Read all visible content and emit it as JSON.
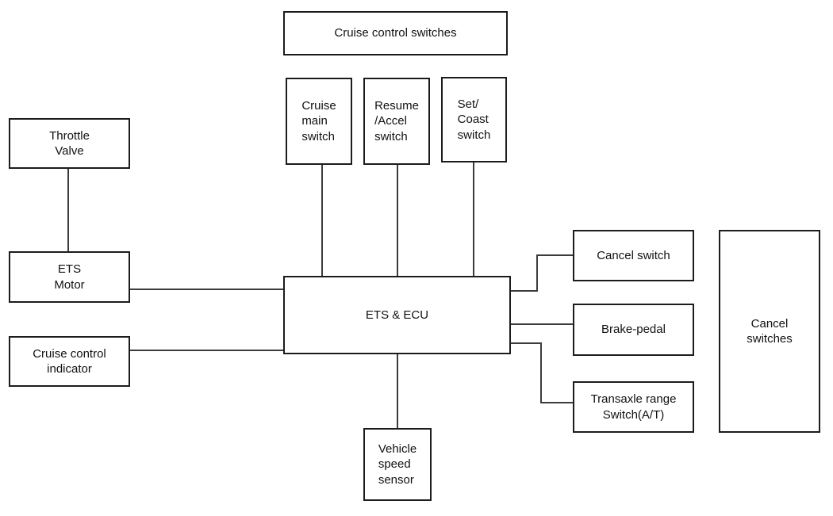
{
  "diagram": {
    "boxes": {
      "cruise_control_switches": "Cruise control switches",
      "cruise_main_switch": "Cruise\nmain\nswitch",
      "resume_accel_switch": "Resume\n/Accel\nswitch",
      "set_coast_switch": "Set/\nCoast\nswitch",
      "throttle_valve": "Throttle\nValve",
      "ets_motor": "ETS\nMotor",
      "cruise_control_indicator": "Cruise control\nindicator",
      "ets_ecu": "ETS & ECU",
      "cancel_switch": "Cancel switch",
      "brake_pedal": "Brake-pedal",
      "transaxle_range_switch": "Transaxle range\nSwitch(A/T)",
      "cancel_switches": "Cancel\nswitches",
      "vehicle_speed_sensor": "Vehicle\nspeed\nsensor"
    },
    "colors": {
      "border": "#1c1c1c",
      "line": "#3c3c3c",
      "background": "#ffffff",
      "text": "#111111"
    }
  }
}
